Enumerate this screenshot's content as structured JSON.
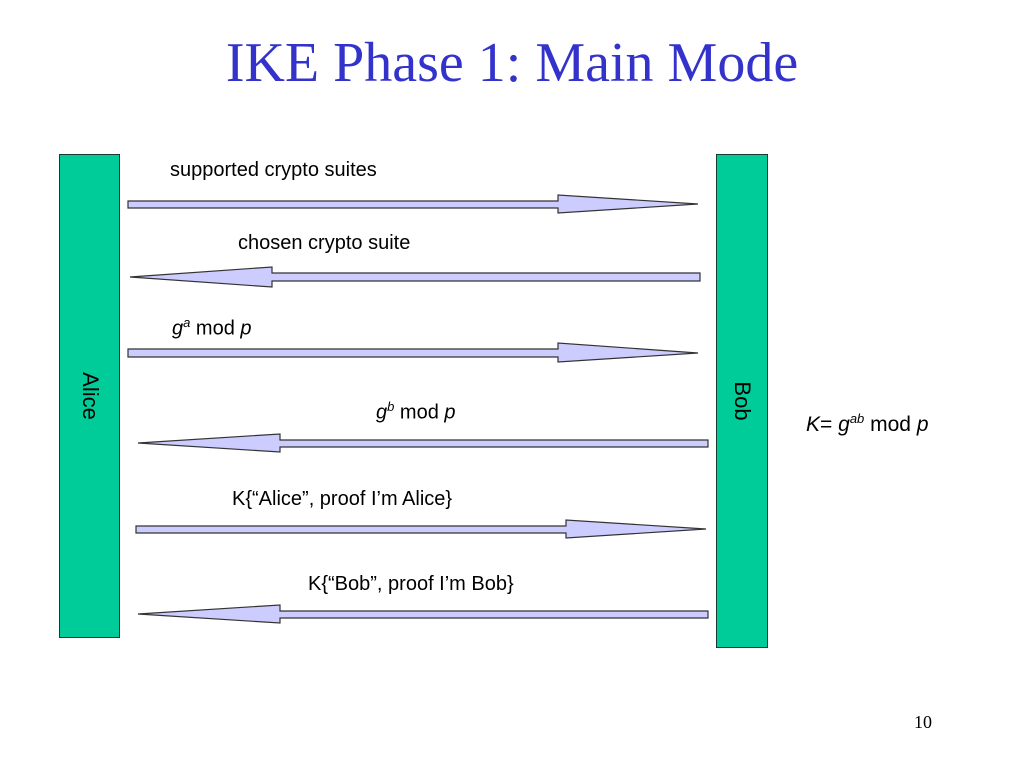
{
  "slide": {
    "title": "IKE Phase 1: Main Mode",
    "page_number": "10"
  },
  "participants": {
    "alice": "Alice",
    "bob": "Bob"
  },
  "messages": [
    {
      "direction": "right",
      "text": "supported crypto suites"
    },
    {
      "direction": "left",
      "text": "chosen crypto suite"
    },
    {
      "direction": "right",
      "base": "g",
      "exp": "a",
      "rest": " mod ",
      "var": "p"
    },
    {
      "direction": "left",
      "base": "g",
      "exp": "b",
      "rest": " mod ",
      "var": "p"
    },
    {
      "direction": "right",
      "text": "K{“Alice”, proof I’m Alice}"
    },
    {
      "direction": "left",
      "text": "K{“Bob”, proof I’m Bob}"
    }
  ],
  "key_equation": {
    "k": "K",
    "eq": "= ",
    "base": "g",
    "exp": "ab",
    "rest": " mod ",
    "var": "p"
  },
  "colors": {
    "title": "#3333cc",
    "bar": "#00cc99",
    "arrow_fill": "#ccccff",
    "arrow_stroke": "#333333"
  }
}
